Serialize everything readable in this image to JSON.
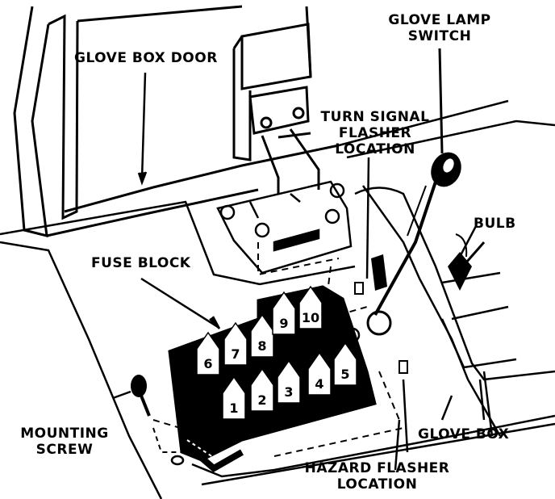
{
  "labels": {
    "glove_box_door": "GLOVE BOX DOOR",
    "glove_lamp_switch_line1": "GLOVE LAMP",
    "glove_lamp_switch_line2": "SWITCH",
    "turn_signal_line1": "TURN SIGNAL",
    "turn_signal_line2": "FLASHER",
    "turn_signal_line3": "LOCATION",
    "bulb": "BULB",
    "fuse_block": "FUSE BLOCK",
    "mounting_screw_line1": "MOUNTING",
    "mounting_screw_line2": "SCREW",
    "glove_box": "GLOVE BOX",
    "hazard_flasher_line1": "HAZARD FLASHER",
    "hazard_flasher_line2": "LOCATION"
  },
  "fuses": [
    "1",
    "2",
    "3",
    "4",
    "5",
    "6",
    "7",
    "8",
    "9",
    "10"
  ]
}
